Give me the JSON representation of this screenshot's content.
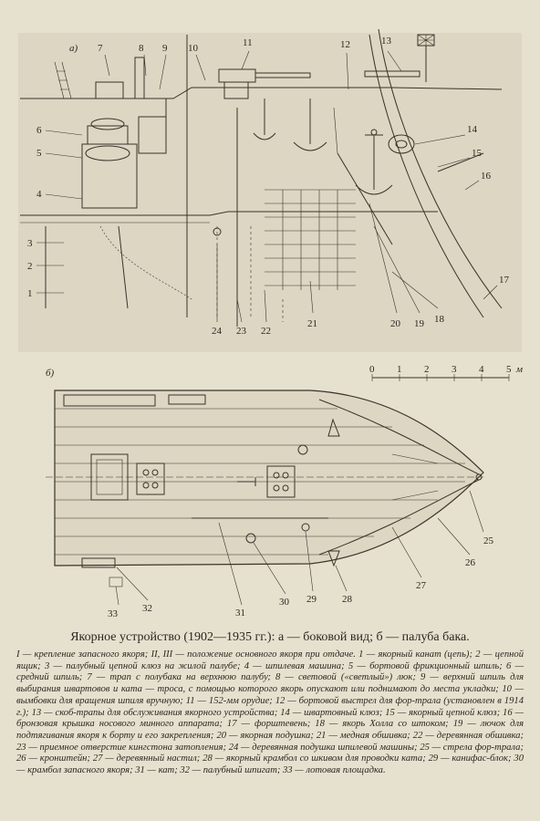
{
  "figure": {
    "panel_a_label": "а)",
    "panel_b_label": "б)",
    "labels_a": [
      "7",
      "8",
      "9",
      "10",
      "11",
      "12",
      "13",
      "14",
      "15",
      "16",
      "17",
      "18",
      "19",
      "20",
      "21",
      "22",
      "23",
      "24",
      "6",
      "5",
      "4",
      "3",
      "2",
      "1"
    ],
    "labels_b": [
      "25",
      "26",
      "27",
      "28",
      "29",
      "30",
      "31",
      "32",
      "33"
    ],
    "scale": {
      "ticks": [
        "0",
        "1",
        "2",
        "3",
        "4",
        "5"
      ],
      "unit": "м"
    }
  },
  "caption": {
    "title": "Якорное устройство (1902—1935 гг.): а — боковой вид; б — палуба бака.",
    "text": "I — крепление запасного якоря; II, III — положение основного якоря при отдаче. 1 — якорный канат (цепь); 2 — цепной ящик; 3 — палубный цепной клюз на жилой палубе; 4 — шпилевая машина; 5 — бортовой фрикционный шпиль; 6 — средний шпиль; 7 — трап с полубака на верхнюю палубу; 8 — световой («светлый») люк; 9 — верхний шпиль для выбирания швартовов и ката — троса, с помощью которого якорь опускают или поднимают до места укладки; 10 — вымбовки для вращения шпиля вручную; 11 — 152-мм орудие; 12 — бортовой выстрел для фор-трала (установлен в 1914 г.); 13 — скоб-трапы для обслуживания якорного устройства; 14 — швартовный клюз; 15 — якорный цепной клюз; 16 — бронзовая крышка носового минного аппарата; 17 — форштевень; 18 — якорь Холла со штоком; 19 — лючок для подтягивания якоря к борту и его закрепления; 20 — якорная подушка; 21 — медная обшивка; 22 — деревянная обшивка; 23 — приемное отверстие кингстона затопления; 24 — деревянная подушка шпилевой машины; 25 — стрела фор-трала; 26 — кронштейн; 27 — деревянный настил; 28 — якорный крамбол со шкивом для проводки ката; 29 — канифас-блок; 30 — крамбол запасного якоря; 31 — кат; 32 — палубный шпигат; 33 — лотовая площадка."
  }
}
